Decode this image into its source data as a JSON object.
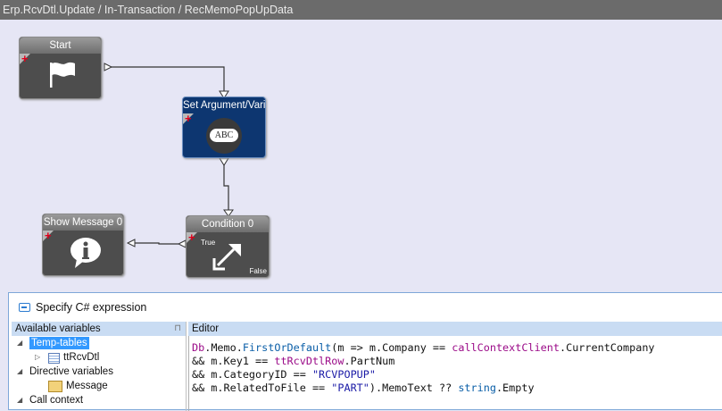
{
  "window": {
    "title": "Erp.RcvDtl.Update / In-Transaction / RecMemoPopUpData"
  },
  "nodes": {
    "start": {
      "label": "Start"
    },
    "set_argument": {
      "label": "Set Argument/Vari",
      "icon_text": "ABC"
    },
    "condition": {
      "label": "Condition 0",
      "true_label": "True",
      "false_label": "False"
    },
    "show_message": {
      "label": "Show Message 0"
    }
  },
  "dialog": {
    "title": "Specify C# expression",
    "variables_header": "Available variables",
    "editor_header": "Editor",
    "tree": [
      {
        "label": "Temp-tables",
        "selected": true
      },
      {
        "label": "ttRcvDtl"
      },
      {
        "label": "Directive variables"
      },
      {
        "label": "Message"
      },
      {
        "label": "Call context"
      }
    ],
    "code": {
      "l1_a": "Db",
      "l1_b": ".Memo.",
      "l1_c": "FirstOrDefault",
      "l1_d": "(m => m.Company == ",
      "l1_e": "callContextClient",
      "l1_f": ".CurrentCompany",
      "l2_a": "&& m.Key1 == ",
      "l2_b": "ttRcvDtlRow",
      "l2_c": ".PartNum",
      "l3_a": "&& m.CategoryID == ",
      "l3_b": "\"RCVPOPUP\"",
      "l4_a": "&& m.RelatedToFile == ",
      "l4_b": "\"PART\"",
      "l4_c": ").MemoText ?? ",
      "l4_d": "string",
      "l4_e": ".Empty"
    }
  },
  "colors": {
    "canvas_bg": "#e6e6f5",
    "node_gray": "#4d4d4d",
    "node_blue": "#0d3670",
    "accent_red": "#e0001b",
    "selection": "#3399ff"
  }
}
